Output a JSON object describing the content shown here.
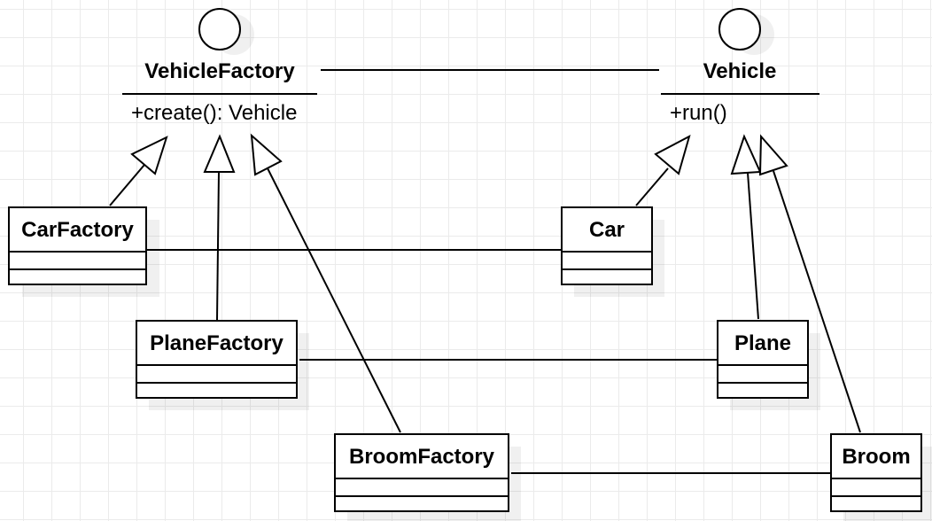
{
  "interfaces": [
    {
      "id": "vehicle-factory",
      "name": "VehicleFactory",
      "method": "+create(): Vehicle"
    },
    {
      "id": "vehicle",
      "name": "Vehicle",
      "method": "+run()"
    }
  ],
  "classes": [
    {
      "id": "car-factory",
      "name": "CarFactory"
    },
    {
      "id": "plane-factory",
      "name": "PlaneFactory"
    },
    {
      "id": "broom-factory",
      "name": "BroomFactory"
    },
    {
      "id": "car",
      "name": "Car"
    },
    {
      "id": "plane",
      "name": "Plane"
    },
    {
      "id": "broom",
      "name": "Broom"
    }
  ],
  "relations": [
    {
      "type": "association",
      "from": "VehicleFactory",
      "to": "Vehicle"
    },
    {
      "type": "realization",
      "from": "CarFactory",
      "to": "VehicleFactory"
    },
    {
      "type": "realization",
      "from": "PlaneFactory",
      "to": "VehicleFactory"
    },
    {
      "type": "realization",
      "from": "BroomFactory",
      "to": "VehicleFactory"
    },
    {
      "type": "realization",
      "from": "Car",
      "to": "Vehicle"
    },
    {
      "type": "realization",
      "from": "Plane",
      "to": "Vehicle"
    },
    {
      "type": "realization",
      "from": "Broom",
      "to": "Vehicle"
    },
    {
      "type": "association",
      "from": "CarFactory",
      "to": "Car"
    },
    {
      "type": "association",
      "from": "PlaneFactory",
      "to": "Plane"
    },
    {
      "type": "association",
      "from": "BroomFactory",
      "to": "Broom"
    }
  ]
}
